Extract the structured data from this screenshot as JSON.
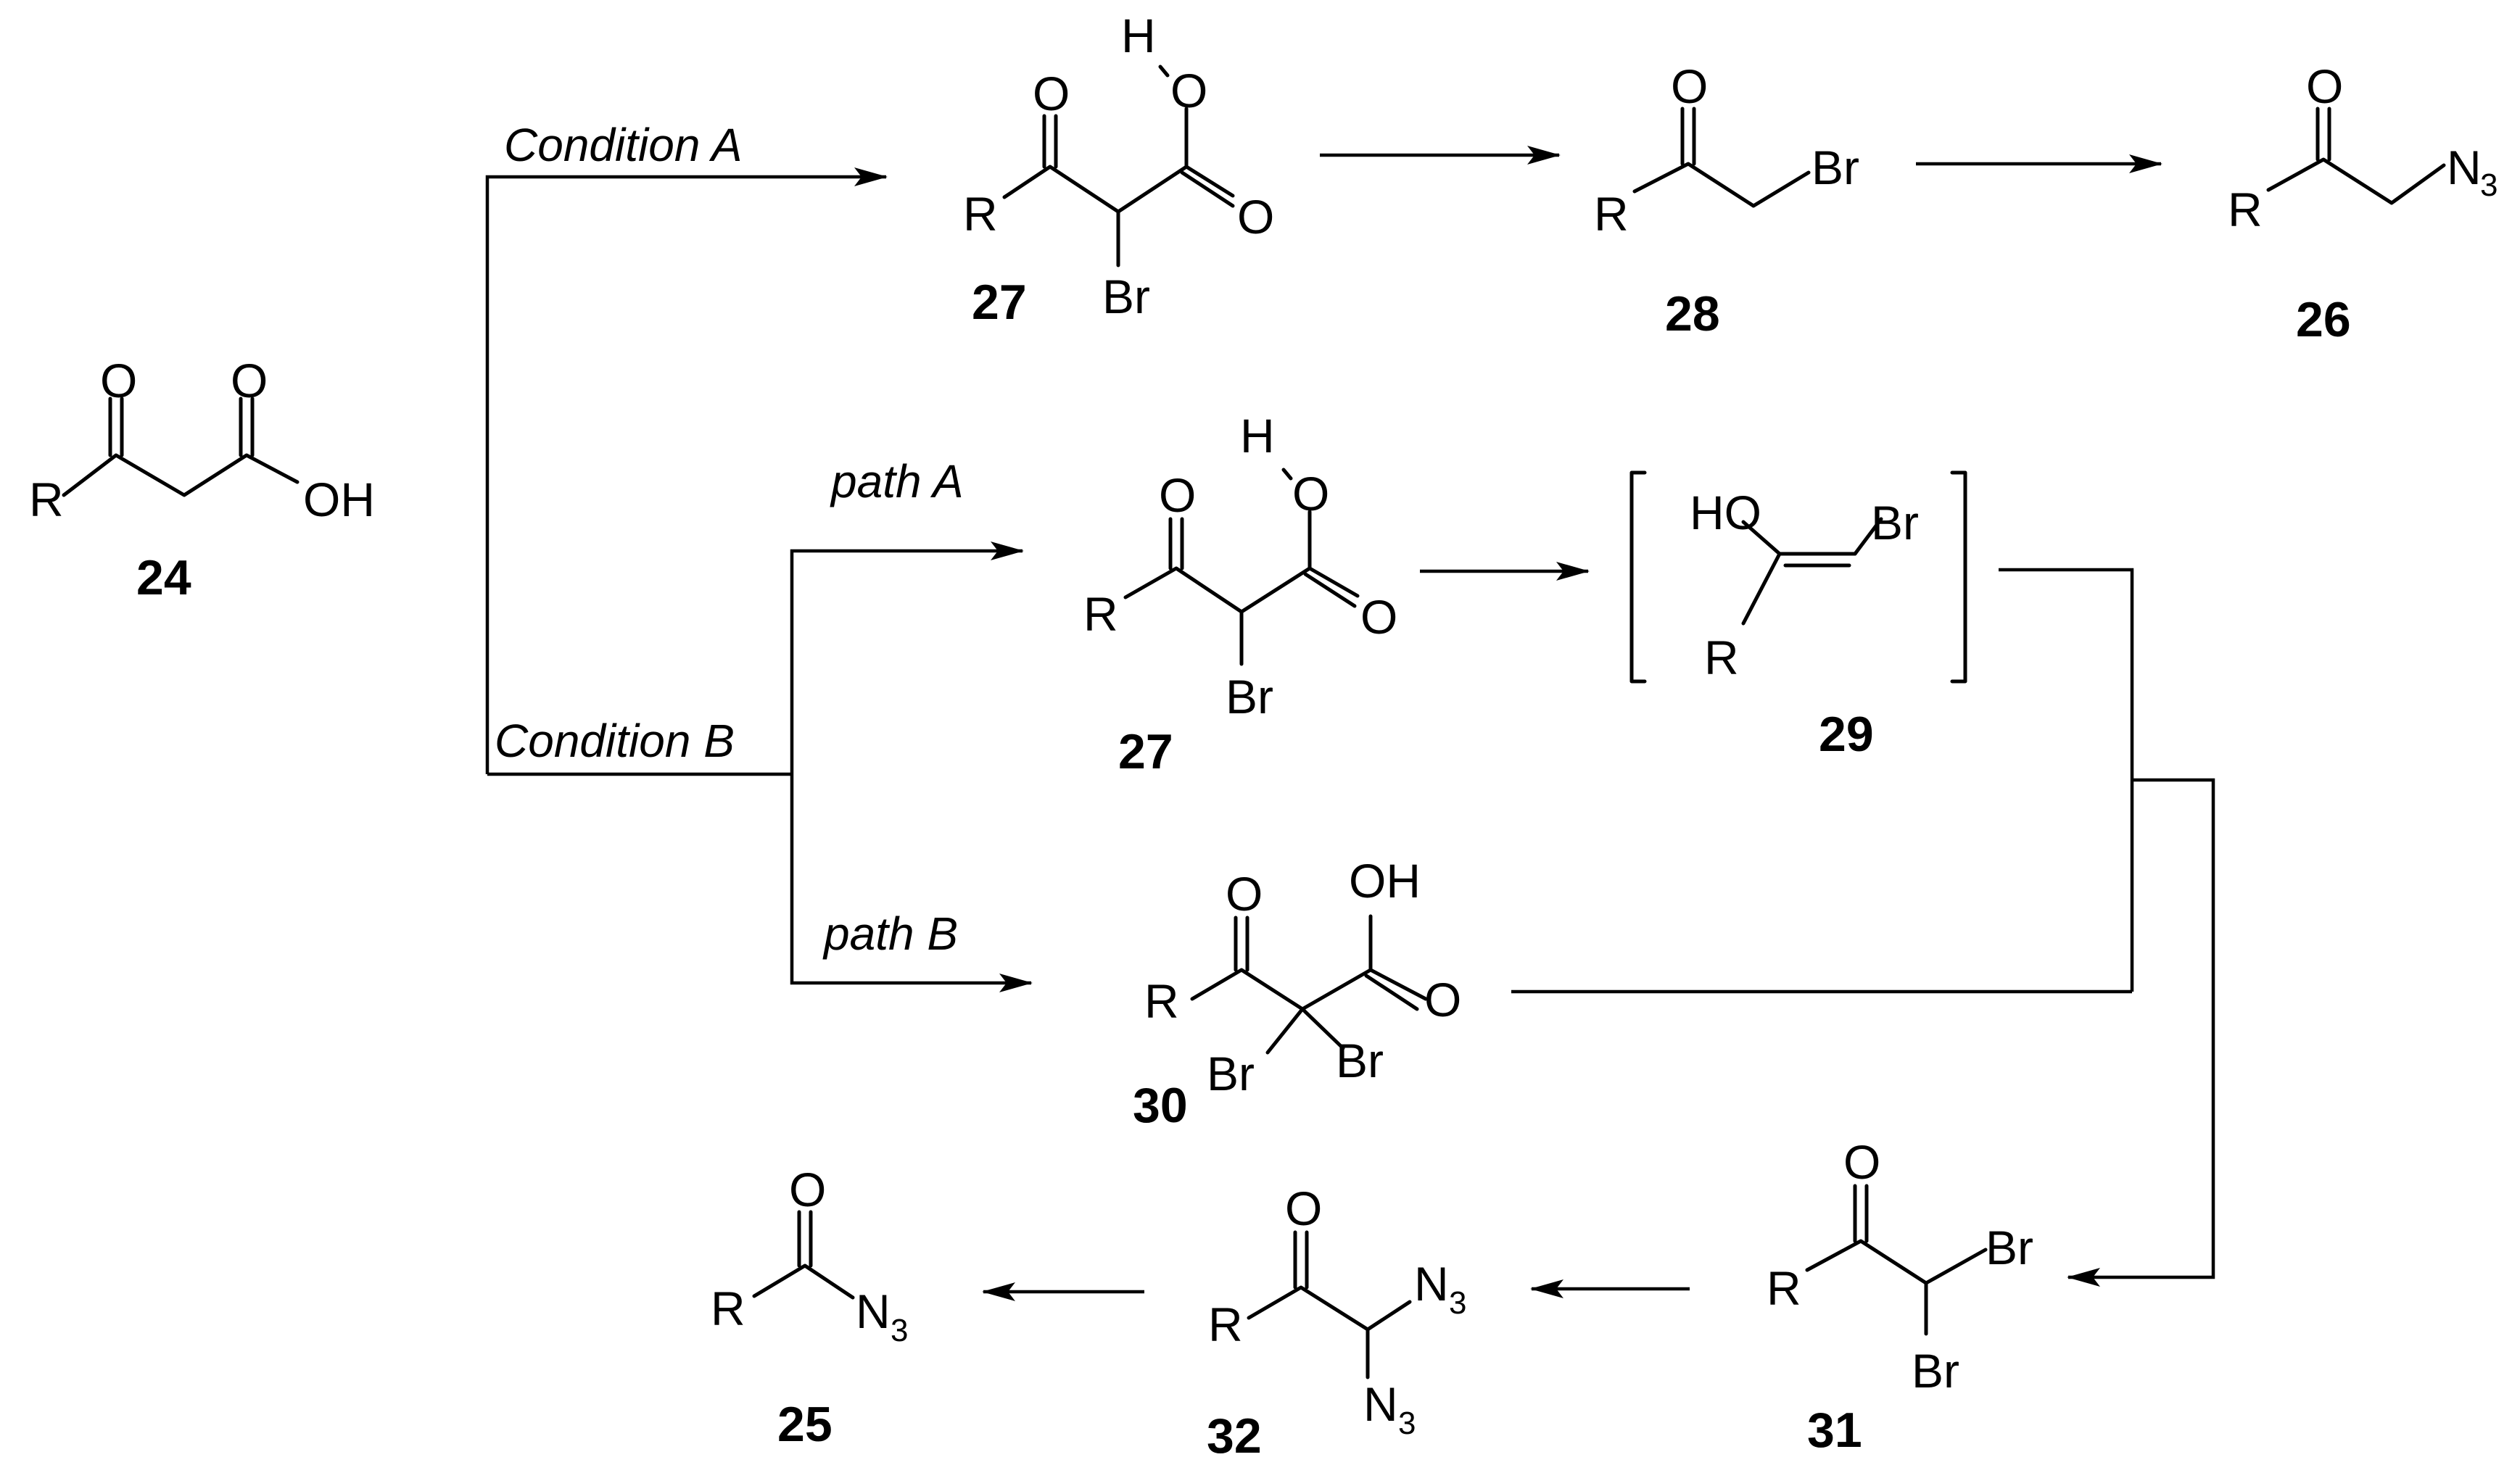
{
  "conditions": {
    "condition_a": "Condition A",
    "condition_b": "Condition B",
    "path_a": "path A",
    "path_b": "path B"
  },
  "compounds": {
    "c24": "24",
    "c27_top": "27",
    "c28": "28",
    "c26": "26",
    "c27_mid": "27",
    "c29": "29",
    "c30": "30",
    "c31": "31",
    "c32": "32",
    "c25": "25"
  },
  "atoms": {
    "R": "R",
    "O": "O",
    "H": "H",
    "OH": "OH",
    "HO": "HO",
    "Br": "Br",
    "N": "N",
    "subscript_3": "3"
  }
}
